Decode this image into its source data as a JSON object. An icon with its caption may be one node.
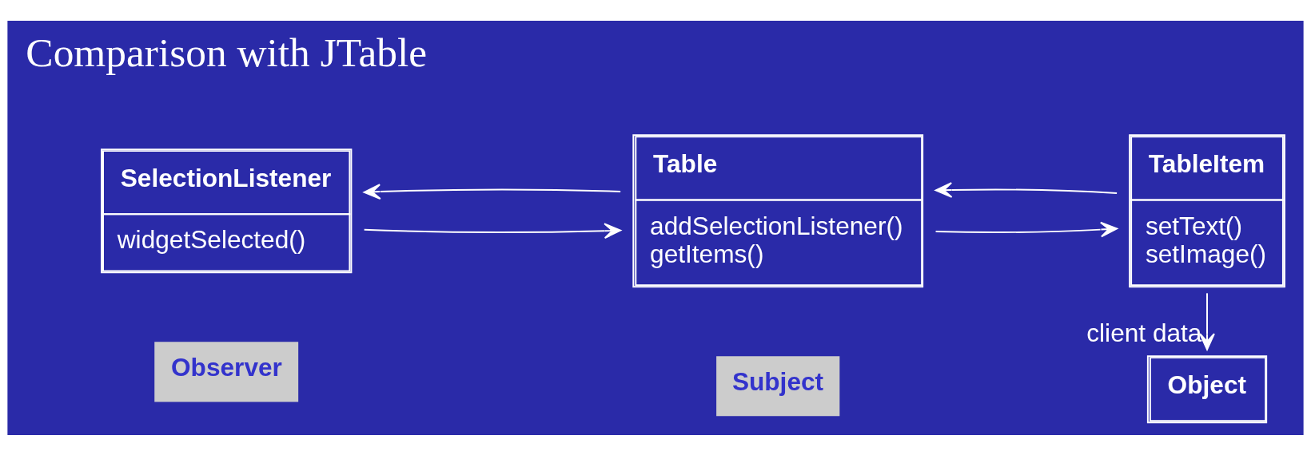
{
  "diagram": {
    "nodes": [
      {
        "text": [
          "Observer"
        ]
      },
      {
        "text": [
          "Subject"
        ]
      },
      {
        "text": [
          "SelectionListener",
          "widgetSelected()"
        ]
      },
      {
        "text": [
          "Table",
          "addSelectionListener() getItems()"
        ]
      },
      {
        "text": [
          "TableItem",
          "setText() setImage()"
        ]
      },
      {
        "text": [
          "Object"
        ]
      }
    ],
    "edges": [
      {
        "from": 3,
        "to": 2,
        "arrow": "to"
      },
      {
        "from": 2,
        "to": 3,
        "arrow": "to"
      },
      {
        "from": 4,
        "to": 3,
        "arrow": "to"
      },
      {
        "from": 3,
        "to": 4,
        "arrow": "to"
      },
      {
        "from": 4,
        "to": 5,
        "arrow": "to",
        "label": "client data"
      }
    ],
    "labels": [
      "Comparison with JTable"
    ]
  }
}
